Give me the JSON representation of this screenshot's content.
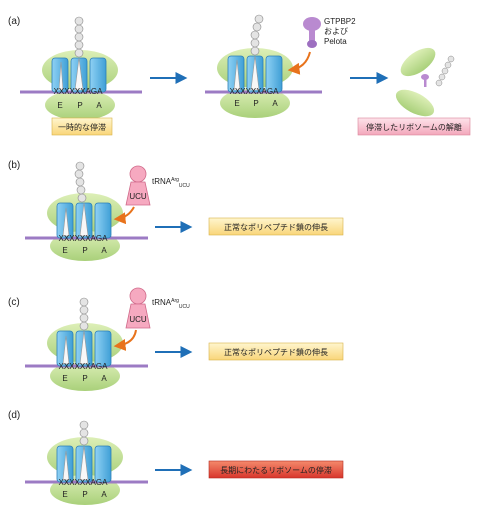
{
  "panels": [
    {
      "tag": "(a)",
      "codons": "XXXXXXAGA",
      "sites": [
        "E",
        "P",
        "A"
      ],
      "caption": "一時的な停滞",
      "factor": [
        "GTPBP2",
        "および",
        "Pelota"
      ],
      "result": "停滞したリボソームの解離"
    },
    {
      "tag": "(b)",
      "codons": "XXXXXXAGA",
      "sites": [
        "E",
        "P",
        "A"
      ],
      "anticodon": "UCU",
      "trna_name": "tRNA",
      "trna_sup": "Arg",
      "trna_sub": "UCU",
      "result": "正常なポリペプチド鎖の伸長"
    },
    {
      "tag": "(c)",
      "codons": "XXXXXXAGA",
      "sites": [
        "E",
        "P",
        "A"
      ],
      "anticodon": "UCU",
      "trna_name": "tRNA",
      "trna_sup": "Arg",
      "trna_sub": "UCU",
      "result": "正常なポリペプチド鎖の伸長"
    },
    {
      "tag": "(d)",
      "codons": "XXXXXXAGA",
      "sites": [
        "E",
        "P",
        "A"
      ],
      "result": "長期にわたるリボソームの停滞"
    }
  ],
  "colors": {
    "ribosome": "#c9e39a",
    "mrna": "#9c7bc4",
    "site": "#5fb8e8",
    "arrow_blue": "#1f6fb7",
    "arrow_orange": "#e8731c",
    "trna_pink": "#f6a9c0",
    "factor_purple": "#b98ad0",
    "box_yellow": "#fde7a3",
    "box_pink": "#f8c6d2",
    "box_red": "#e04a3c"
  }
}
